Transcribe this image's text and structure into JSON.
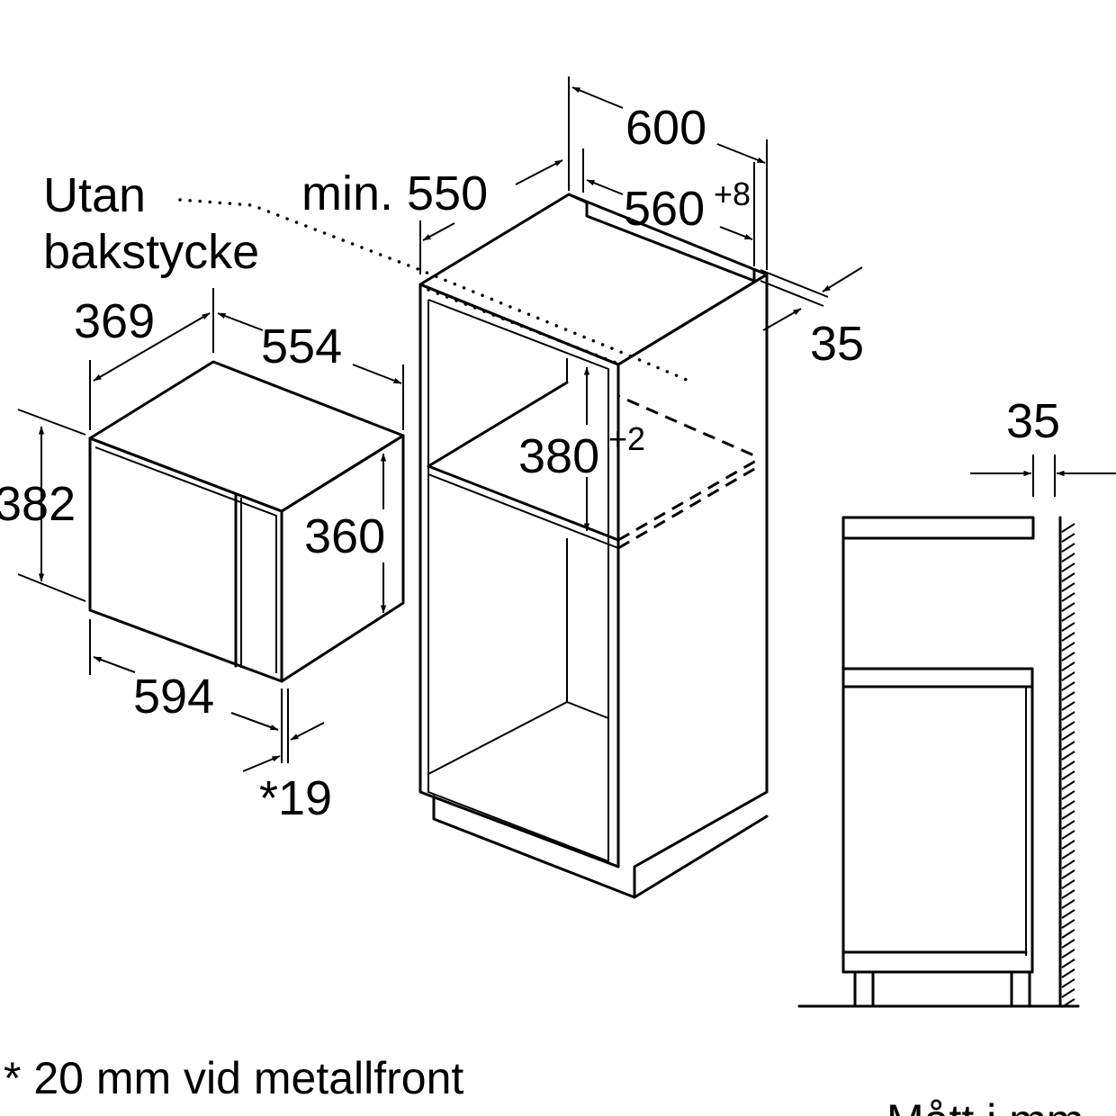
{
  "labels": {
    "utan": "Utan",
    "bakstycke": "bakstycke",
    "min550": "min. 550",
    "d600": "600",
    "d560": "560",
    "d560_tol": "+8",
    "d35_top": "35",
    "d369": "369",
    "d554": "554",
    "d382": "382",
    "d360": "360",
    "d380": "380",
    "d380_tol": "+2",
    "d594": "594",
    "d19": "*19",
    "d35_side": "35"
  },
  "footnote": "* 20 mm vid metallfront",
  "units_note": "Mått i mm"
}
